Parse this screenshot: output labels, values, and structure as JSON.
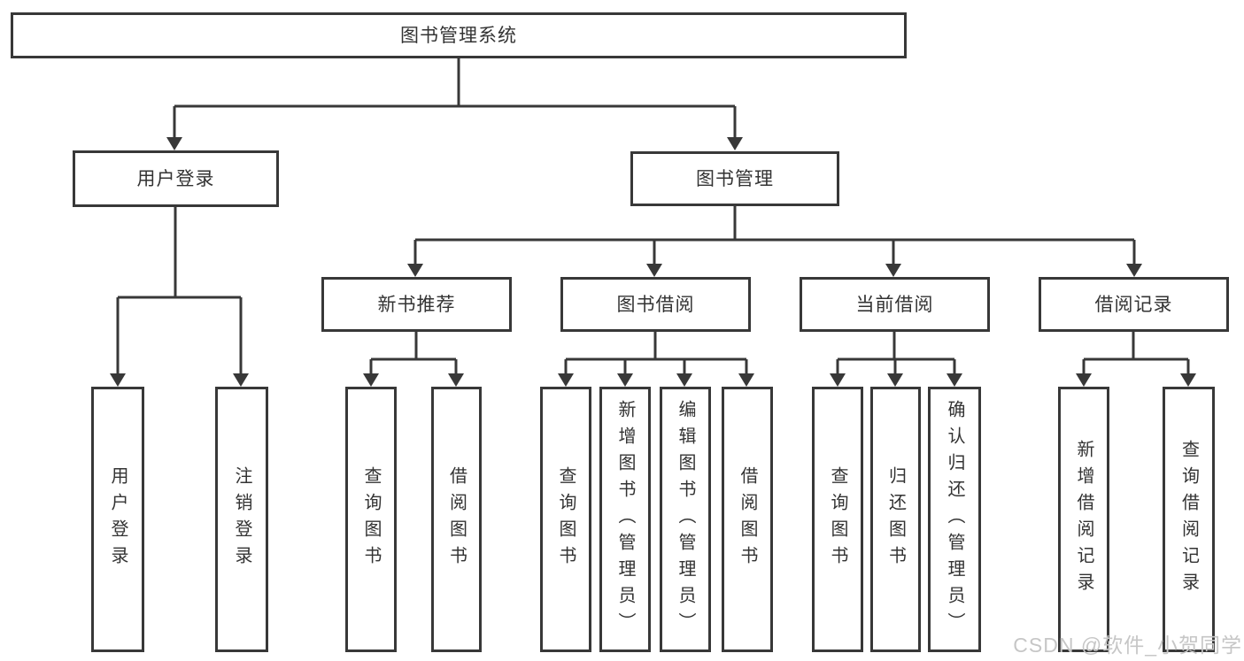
{
  "colors": {
    "line": "#383838",
    "text": "#333333",
    "background": "#ffffff",
    "watermark": "#c6c6c6"
  },
  "watermark": {
    "text": "CSDN @软件_小贺同学"
  },
  "tree": {
    "label": "图书管理系统",
    "children": [
      {
        "label": "用户登录",
        "children": [
          {
            "label": "用户登录"
          },
          {
            "label": "注销登录"
          }
        ]
      },
      {
        "label": "图书管理",
        "children": [
          {
            "label": "新书推荐",
            "children": [
              {
                "label": "查询图书"
              },
              {
                "label": "借阅图书"
              }
            ]
          },
          {
            "label": "图书借阅",
            "children": [
              {
                "label": "查询图书"
              },
              {
                "label": "新增图书（管理员）"
              },
              {
                "label": "编辑图书（管理员）"
              },
              {
                "label": "借阅图书"
              }
            ]
          },
          {
            "label": "当前借阅",
            "children": [
              {
                "label": "查询图书"
              },
              {
                "label": "归还图书"
              },
              {
                "label": "确认归还（管理员）"
              }
            ]
          },
          {
            "label": "借阅记录",
            "children": [
              {
                "label": "新增借阅记录"
              },
              {
                "label": "查询借阅记录"
              }
            ]
          }
        ]
      }
    ]
  }
}
